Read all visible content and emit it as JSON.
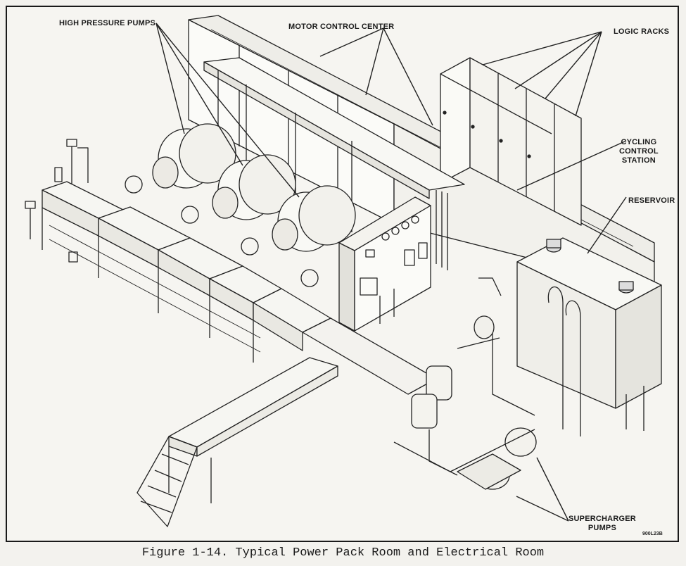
{
  "labels": {
    "high_pressure_pumps": "HIGH PRESSURE PUMPS",
    "motor_control_center": "MOTOR CONTROL CENTER",
    "logic_racks": "LOGIC RACKS",
    "cycling_control_station_line1": "CYCLING",
    "cycling_control_station_line2": "CONTROL",
    "cycling_control_station_line3": "STATION",
    "reservoir": "RESERVOIR",
    "supercharger_pumps_line1": "SUPERCHARGER",
    "supercharger_pumps_line2": "PUMPS"
  },
  "drawing_id": "900L23B",
  "caption": "Figure 1-14.  Typical Power Pack Room and Electrical Room"
}
